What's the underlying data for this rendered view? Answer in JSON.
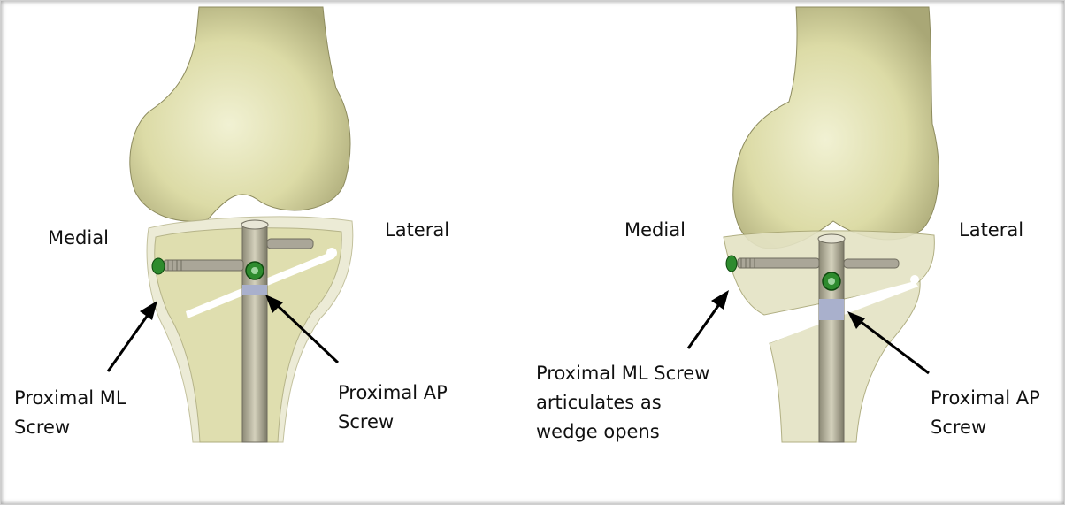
{
  "colors": {
    "bone": "#dcdba6",
    "bone_light": "#f1f1d3",
    "bone_shadow": "#a9a776",
    "bone_outline": "#8d8b5e",
    "nail": "#c7c3aa",
    "nail_dark": "#6f6c5e",
    "screw": "#aaa698",
    "screw_cap": "#2e8b2e",
    "lock_band": "#a9b0cc",
    "arrow": "#000000"
  },
  "left": {
    "medial": "Medial",
    "lateral": "Lateral",
    "ml_screw": "Proximal ML\nScrew",
    "ap_screw": "Proximal AP\nScrew"
  },
  "right": {
    "medial": "Medial",
    "lateral": "Lateral",
    "ml_screw": "Proximal ML Screw\narticulates as\nwedge opens",
    "ap_screw": "Proximal AP\nScrew"
  }
}
